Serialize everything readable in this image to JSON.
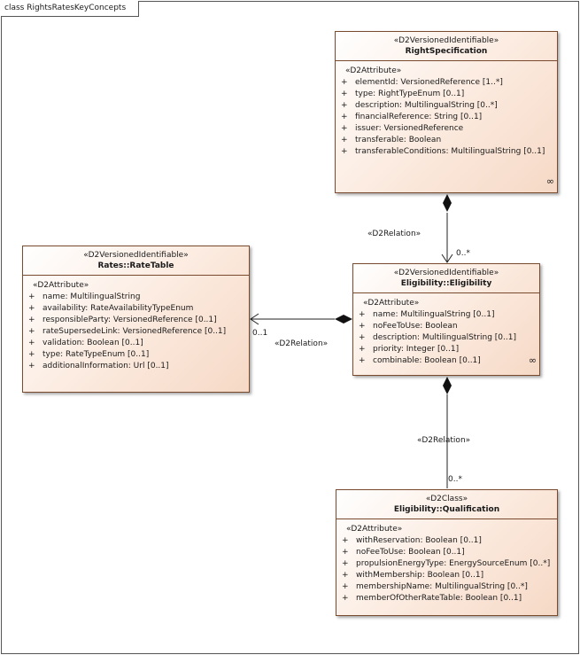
{
  "diagram": {
    "frame_title": "class RightsRatesKeyConcepts"
  },
  "classes": {
    "right_specification": {
      "stereotype": "«D2VersionedIdentifiable»",
      "name": "RightSpecification",
      "attr_stereotype": "«D2Attribute»",
      "attributes": [
        {
          "vis": "+",
          "text": "elementId: VersionedReference [1..*]"
        },
        {
          "vis": "+",
          "text": "type: RightTypeEnum [0..1]"
        },
        {
          "vis": "+",
          "text": "description: MultilingualString [0..*]"
        },
        {
          "vis": "+",
          "text": "financialReference: String [0..1]"
        },
        {
          "vis": "+",
          "text": "issuer: VersionedReference"
        },
        {
          "vis": "+",
          "text": "transferable: Boolean"
        },
        {
          "vis": "+",
          "text": "transferableConditions: MultilingualString [0..1]"
        }
      ]
    },
    "rate_table": {
      "stereotype": "«D2VersionedIdentifiable»",
      "name": "Rates::RateTable",
      "attr_stereotype": "«D2Attribute»",
      "attributes": [
        {
          "vis": "+",
          "text": "name: MultilingualString"
        },
        {
          "vis": "+",
          "text": "availability: RateAvailabilityTypeEnum"
        },
        {
          "vis": "+",
          "text": "responsibleParty: VersionedReference [0..1]"
        },
        {
          "vis": "+",
          "text": "rateSupersedeLink: VersionedReference [0..1]"
        },
        {
          "vis": "+",
          "text": "validation: Boolean [0..1]"
        },
        {
          "vis": "+",
          "text": "type: RateTypeEnum [0..1]"
        },
        {
          "vis": "+",
          "text": "additionalInformation: Url [0..1]"
        }
      ]
    },
    "eligibility": {
      "stereotype": "«D2VersionedIdentifiable»",
      "name": "Eligibility::Eligibility",
      "attr_stereotype": "«D2Attribute»",
      "attributes": [
        {
          "vis": "+",
          "text": "name: MultilingualString [0..1]"
        },
        {
          "vis": "+",
          "text": "noFeeToUse: Boolean"
        },
        {
          "vis": "+",
          "text": "description: MultilingualString [0..1]"
        },
        {
          "vis": "+",
          "text": "priority: Integer [0..1]"
        },
        {
          "vis": "+",
          "text": "combinable: Boolean [0..1]"
        }
      ]
    },
    "qualification": {
      "stereotype": "«D2Class»",
      "name": "Eligibility::Qualification",
      "attr_stereotype": "«D2Attribute»",
      "attributes": [
        {
          "vis": "+",
          "text": "withReservation: Boolean [0..1]"
        },
        {
          "vis": "+",
          "text": "noFeeToUse: Boolean [0..1]"
        },
        {
          "vis": "+",
          "text": "propulsionEnergyType: EnergySourceEnum [0..*]"
        },
        {
          "vis": "+",
          "text": "withMembership: Boolean [0..1]"
        },
        {
          "vis": "+",
          "text": "membershipName: MultilingualString [0..*]"
        },
        {
          "vis": "+",
          "text": "memberOfOtherRateTable: Boolean [0..1]"
        }
      ]
    }
  },
  "relations": {
    "rightspec_eligibility": {
      "stereotype": "«D2Relation»",
      "multiplicity": "0..*"
    },
    "eligibility_ratetable": {
      "stereotype": "«D2Relation»",
      "multiplicity": "0..1"
    },
    "eligibility_qualification": {
      "stereotype": "«D2Relation»",
      "multiplicity": "0..*"
    }
  },
  "icons": {
    "link_icon": "∞"
  }
}
